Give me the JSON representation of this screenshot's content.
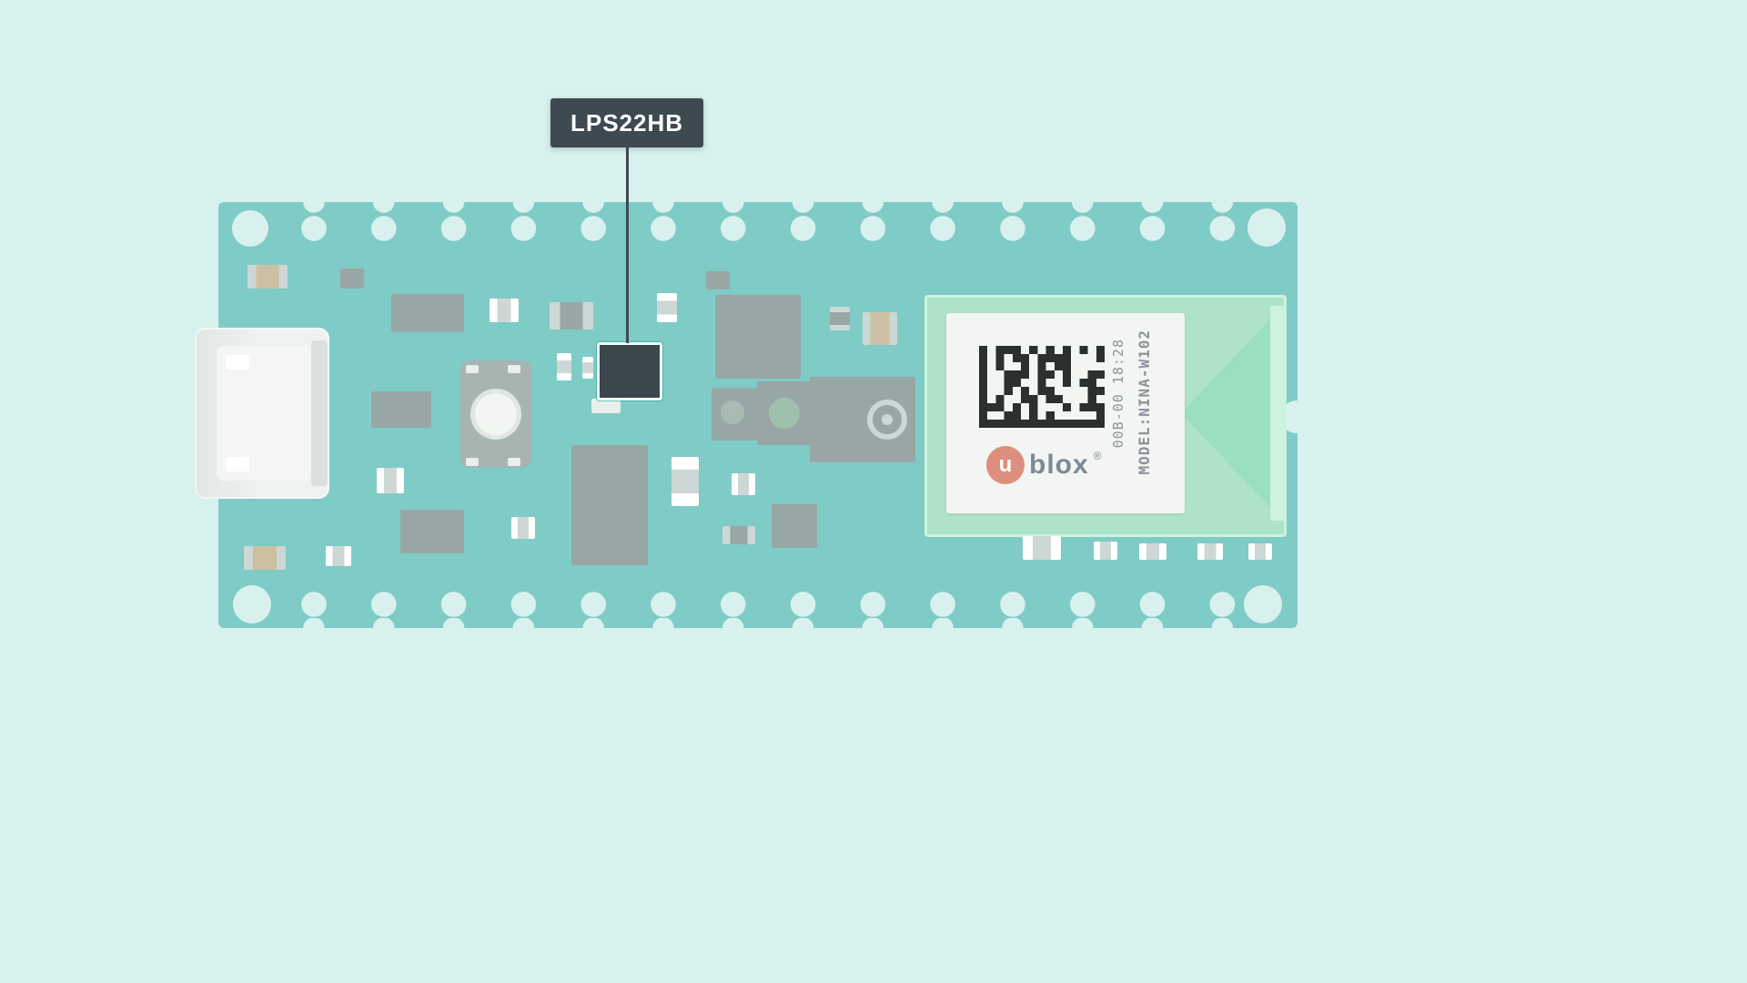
{
  "annotation": {
    "label": "LPS22HB"
  },
  "nina_module": {
    "serial_text": "00B-00 18:28",
    "model_text": "MODEL:NINA-W102",
    "logo_letter": "u",
    "logo_text": "blox",
    "logo_reg": "®"
  },
  "colors": {
    "background": "#d9f1ee",
    "board": "#7fcbc6",
    "board_hole": "#d9f1ee",
    "label_bg": "#3e4a52",
    "label_text": "#ffffff",
    "callout_line": "#3e4a52",
    "chip": "#3c474d",
    "chip_outline": "#f4fbfa",
    "component": "#98a7a6",
    "component_light": "#cdd7d6",
    "component_white": "#e9efed",
    "tan": "#cdbfa2",
    "plate": "#a7b4b2",
    "button": "#f2f5f1",
    "usb": "#eef2f0",
    "usb_shade": "#d9e0de",
    "module_bg": "#aee3c8",
    "module_border": "#cdf2dd",
    "module_label_bg": "#f3f5f2",
    "module_text": "#8a949b",
    "antenna": "#9adfbf",
    "logo_circle": "#dd8f7d",
    "logo_text_color": "#7d8a94"
  }
}
